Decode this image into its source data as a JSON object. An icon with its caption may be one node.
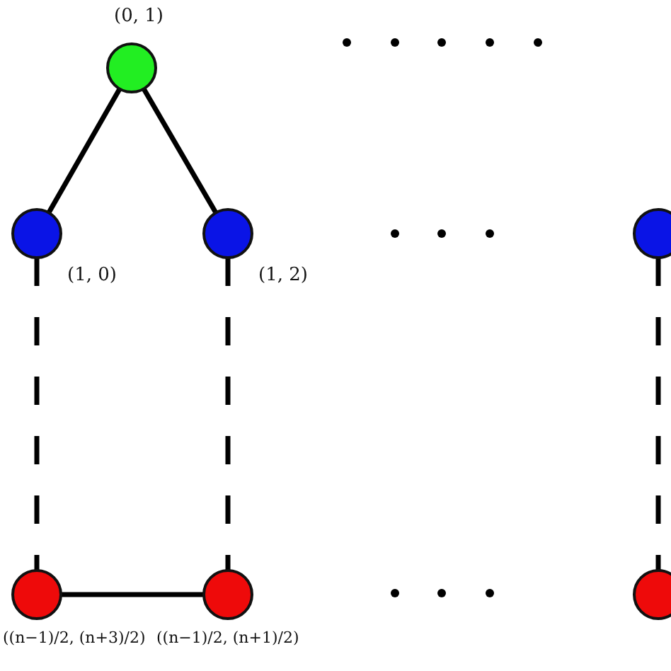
{
  "diagram": {
    "nodes": [
      {
        "text": [],
        "shape": "circle",
        "beside": [
          "(0, 1)"
        ]
      },
      {
        "text": [],
        "shape": "circle",
        "beside": [
          "(1, 0)"
        ]
      },
      {
        "text": [],
        "shape": "circle",
        "beside": [
          "(1, 2)"
        ]
      },
      {
        "text": [],
        "shape": "circle"
      },
      {
        "text": [],
        "shape": "circle",
        "beside": [
          "((n−1)/2, (n+3)/2)"
        ]
      },
      {
        "text": [],
        "shape": "circle",
        "beside": [
          "((n−1)/2, (n+1)/2)"
        ]
      },
      {
        "text": [],
        "shape": "circle"
      }
    ],
    "edges": [
      {
        "from": 0,
        "to": 1,
        "arrow": "none"
      },
      {
        "from": 0,
        "to": 2,
        "arrow": "none"
      },
      {
        "from": 1,
        "to": 4,
        "arrow": "none",
        "style": "dashed"
      },
      {
        "from": 2,
        "to": 5,
        "arrow": "none",
        "style": "dashed"
      },
      {
        "from": 3,
        "to": 6,
        "arrow": "none",
        "style": "dashed"
      },
      {
        "from": 4,
        "to": 5,
        "arrow": "none"
      }
    ]
  }
}
